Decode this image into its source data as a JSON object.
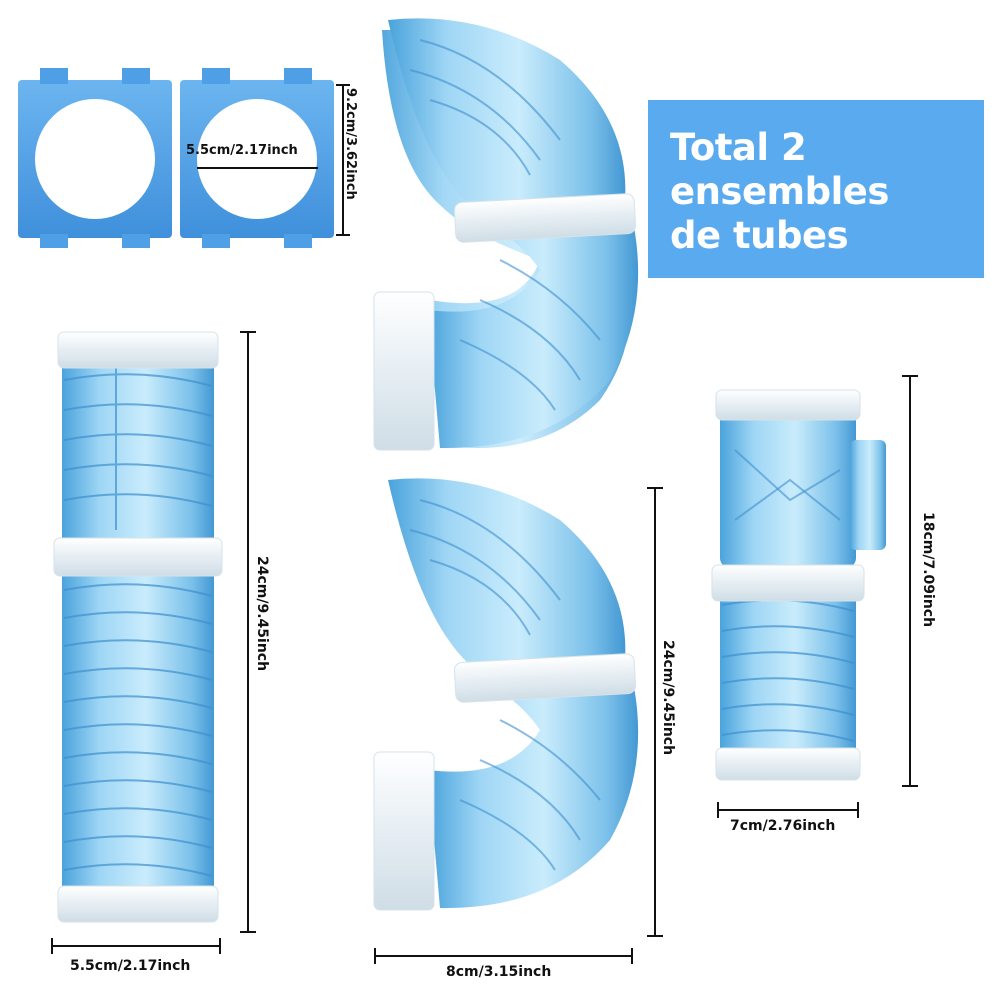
{
  "banner": {
    "line1": "Total 2",
    "line2": "ensembles",
    "line3": "de tubes",
    "color": "#5aaaf0"
  },
  "dimensions": {
    "plate_height": "9.2cm/3.62inch",
    "plate_hole": "5.5cm/2.17inch",
    "straight_tube_height": "24cm/9.45inch",
    "straight_tube_width": "5.5cm/2.17inch",
    "u_tube_height": "24cm/9.45inch",
    "u_tube_width": "8cm/3.15inch",
    "t_tube_height": "18cm/7.09inch",
    "t_tube_width": "7cm/2.76inch"
  },
  "colors": {
    "tube_blue": "#7fc4ee",
    "tube_light": "#c8e9fb",
    "connector": "#eef3f6",
    "plate_blue": "#4f9fe6"
  }
}
